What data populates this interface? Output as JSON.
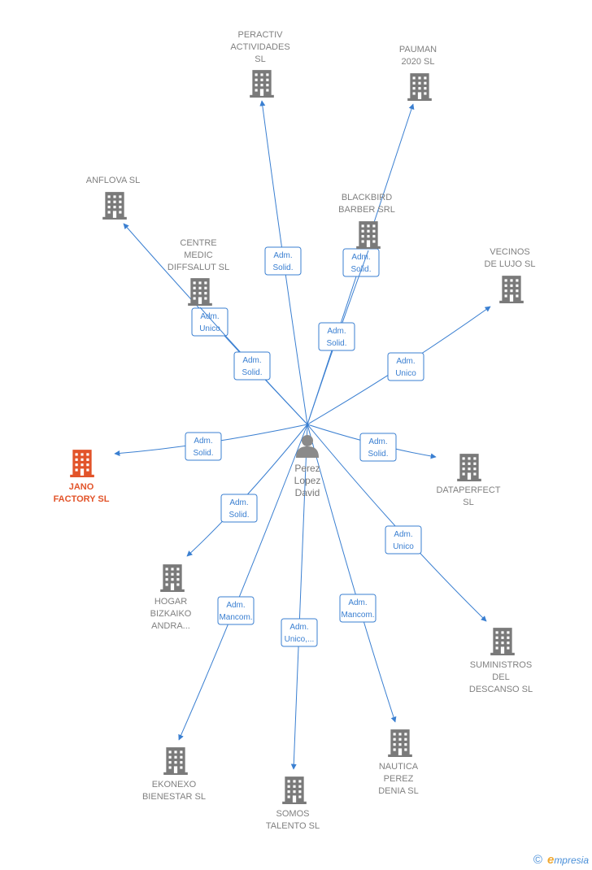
{
  "colors": {
    "edge": "#3a7fd1",
    "company": "#7a7a7a",
    "main_company": "#e2542a",
    "person": "#8a8a8a"
  },
  "center": {
    "label": [
      "Perez",
      "Lopez",
      "David"
    ],
    "icon": "person-icon"
  },
  "nodes": [
    {
      "id": "peractiv",
      "label": [
        "PERACTIV",
        "ACTIVIDADES",
        "SL"
      ],
      "icon": "building-icon"
    },
    {
      "id": "pauman",
      "label": [
        "PAUMAN",
        "2020  SL"
      ],
      "icon": "building-icon"
    },
    {
      "id": "anflova",
      "label": [
        "ANFLOVA  SL"
      ],
      "icon": "building-icon"
    },
    {
      "id": "blackbird",
      "label": [
        "BLACKBIRD",
        "BARBER SRL"
      ],
      "icon": "building-icon"
    },
    {
      "id": "centre",
      "label": [
        "CENTRE",
        "MEDIC",
        "DIFFSALUT SL"
      ],
      "icon": "building-icon"
    },
    {
      "id": "vecinos",
      "label": [
        "VECINOS",
        "DE LUJO  SL"
      ],
      "icon": "building-icon"
    },
    {
      "id": "jano",
      "label": [
        "JANO",
        "FACTORY  SL"
      ],
      "icon": "building-icon",
      "main": true
    },
    {
      "id": "dataperfect",
      "label": [
        "DATAPERFECT",
        "SL"
      ],
      "icon": "building-icon"
    },
    {
      "id": "hogar",
      "label": [
        "HOGAR",
        "BIZKAIKO",
        "ANDRA..."
      ],
      "icon": "building-icon"
    },
    {
      "id": "suministros",
      "label": [
        "SUMINISTROS",
        "DEL",
        "DESCANSO  SL"
      ],
      "icon": "building-icon"
    },
    {
      "id": "ekonexo",
      "label": [
        "EKONEXO",
        "BIENESTAR  SL"
      ],
      "icon": "building-icon"
    },
    {
      "id": "somos",
      "label": [
        "SOMOS",
        "TALENTO  SL"
      ],
      "icon": "building-icon"
    },
    {
      "id": "nautica",
      "label": [
        "NAUTICA",
        "PEREZ",
        "DENIA  SL"
      ],
      "icon": "building-icon"
    }
  ],
  "edges": [
    {
      "to": "peractiv",
      "label": [
        "Adm.",
        "Solid."
      ]
    },
    {
      "to": "pauman",
      "label": [
        "Adm.",
        "Solid."
      ]
    },
    {
      "to": "anflova",
      "label": [
        "Adm.",
        "Unico"
      ]
    },
    {
      "to": "blackbird",
      "label": [
        "Adm.",
        "Solid."
      ]
    },
    {
      "to": "centre",
      "label": [
        "Adm.",
        "Solid."
      ]
    },
    {
      "to": "vecinos",
      "label": [
        "Adm.",
        "Unico"
      ]
    },
    {
      "to": "jano",
      "label": [
        "Adm.",
        "Solid."
      ]
    },
    {
      "to": "dataperfect",
      "label": [
        "Adm.",
        "Solid."
      ]
    },
    {
      "to": "hogar",
      "label": [
        "Adm.",
        "Solid."
      ]
    },
    {
      "to": "suministros",
      "label": [
        "Adm.",
        "Unico"
      ]
    },
    {
      "to": "ekonexo",
      "label": [
        "Adm.",
        "Mancom."
      ]
    },
    {
      "to": "somos",
      "label": [
        "Adm.",
        "Unico,..."
      ]
    },
    {
      "to": "nautica",
      "label": [
        "Adm.",
        "Mancom."
      ]
    }
  ],
  "footer": {
    "copyright": "©",
    "brand_initial": "e",
    "brand_rest": "mpresia"
  }
}
